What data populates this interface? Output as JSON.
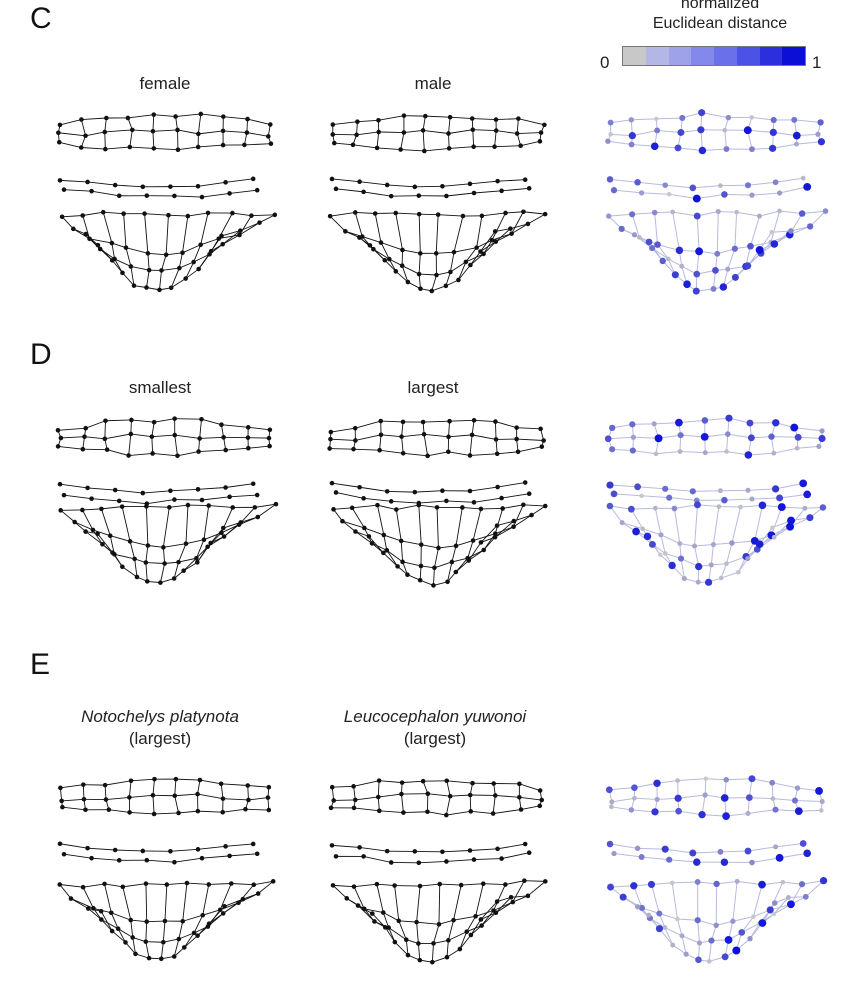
{
  "panels": [
    {
      "letter": "C",
      "labels": [
        {
          "line1": "female",
          "line2": ""
        },
        {
          "line1": "male",
          "line2": ""
        }
      ]
    },
    {
      "letter": "D",
      "labels": [
        {
          "line1": "smallest",
          "line2": ""
        },
        {
          "line1": "largest",
          "line2": ""
        }
      ]
    },
    {
      "letter": "E",
      "labels": [
        {
          "line1": "Notochelys platynota",
          "line2": "(largest)"
        },
        {
          "line1": "Leucocephalon yuwonoi",
          "line2": "(largest)"
        }
      ]
    }
  ],
  "legend": {
    "title_line1": "normalized",
    "title_line2": "Euclidean distance",
    "min": "0",
    "max": "1",
    "colors": [
      "#c8c8c8",
      "#b4b6e6",
      "#9ea2e8",
      "#8389ea",
      "#6a70ea",
      "#4d52e6",
      "#2b2fde",
      "#0c0fd6"
    ]
  },
  "colors": {
    "wire": "#111111",
    "heat_light": "#c8c8c8",
    "heat_dark": "#0c0fd6"
  }
}
